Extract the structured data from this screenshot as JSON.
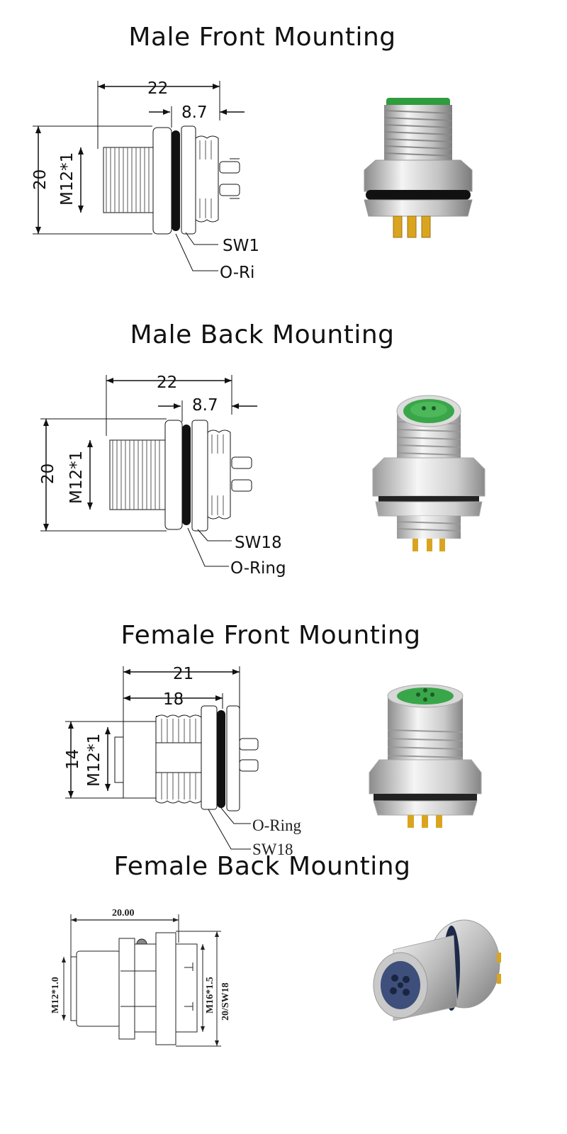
{
  "sections": [
    {
      "title": "Male Front Mounting",
      "dims": {
        "length": "22",
        "flange": "8.7",
        "height": "20",
        "thread": "M12*1",
        "wrench": "SW1",
        "oring": "O-Ri"
      }
    },
    {
      "title": "Male Back Mounting",
      "dims": {
        "length": "22",
        "flange": "8.7",
        "height": "20",
        "thread": "M12*1",
        "wrench": "SW18",
        "oring": "O-Ring"
      }
    },
    {
      "title": "Female Front Mounting",
      "dims": {
        "length": "21",
        "inner": "18",
        "height": "14",
        "thread": "M12*1",
        "oring": "O-Ring",
        "wrench": "SW18"
      }
    },
    {
      "title": "Female Back Mounting",
      "dims": {
        "length": "20.00",
        "thread": "M12*1.0",
        "panel_thread": "M16*1.5",
        "height": "20/SW18"
      }
    }
  ],
  "colors": {
    "insulator_green": "#3aa64a",
    "metal": "#c8c8c8",
    "oring": "#111111",
    "pin_gold": "#d9a520"
  }
}
